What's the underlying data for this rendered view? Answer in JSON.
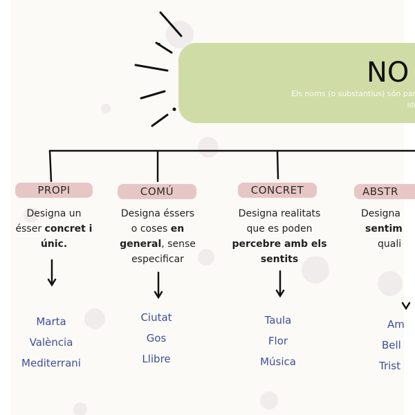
{
  "banner": {
    "title": "NO",
    "subtitle_lines": [
      "Els noms (o substantius) són parau",
      "idees o s"
    ]
  },
  "categories": [
    {
      "label": "PROPI",
      "desc_lines": [
        [
          {
            "t": "Designa un",
            "b": false
          }
        ],
        [
          {
            "t": "ésser ",
            "b": false
          },
          {
            "t": "concret i",
            "b": true
          }
        ],
        [
          {
            "t": "únic.",
            "b": true
          }
        ]
      ],
      "examples": [
        "Marta",
        "València",
        "Mediterrani"
      ]
    },
    {
      "label": "COMÚ",
      "desc_lines": [
        [
          {
            "t": "Designa éssers",
            "b": false
          }
        ],
        [
          {
            "t": "o coses ",
            "b": false
          },
          {
            "t": "en",
            "b": true
          }
        ],
        [
          {
            "t": "general",
            "b": true
          },
          {
            "t": ", sense",
            "b": false
          }
        ],
        [
          {
            "t": "especificar",
            "b": false
          }
        ]
      ],
      "examples": [
        "Ciutat",
        "Gos",
        "Llibre"
      ]
    },
    {
      "label": "CONCRET",
      "desc_lines": [
        [
          {
            "t": "Designa realitats",
            "b": false
          }
        ],
        [
          {
            "t": "que es poden",
            "b": false
          }
        ],
        [
          {
            "t": "percebre amb els",
            "b": true
          }
        ],
        [
          {
            "t": "sentits",
            "b": true
          }
        ]
      ],
      "examples": [
        "Taula",
        "Flor",
        "Música"
      ]
    },
    {
      "label": "ABSTR",
      "desc_lines": [
        [
          {
            "t": "Designa",
            "b": false
          }
        ],
        [
          {
            "t": "sentim",
            "b": true
          }
        ],
        [
          {
            "t": "quali",
            "b": false
          }
        ]
      ],
      "examples": [
        "Am",
        "Bell",
        "Trist"
      ]
    }
  ],
  "colors": {
    "banner": "#cfdca6",
    "label": "#e7c7c5",
    "example_text": "#3f4d9a",
    "background": "#fbfaf6"
  }
}
